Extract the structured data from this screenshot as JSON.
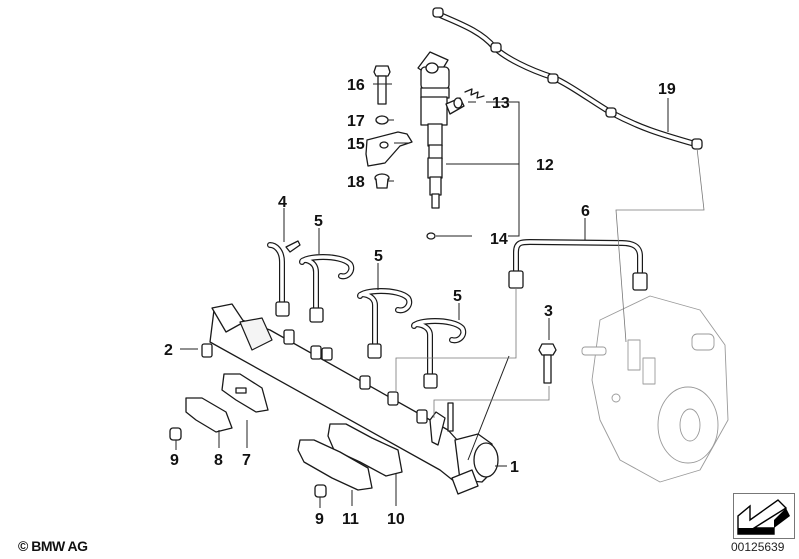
{
  "diagram": {
    "title": "High pressure accumulator / fuel line / injector",
    "callouts": [
      {
        "id": "1",
        "label": "1",
        "part": "high-pressure-rail"
      },
      {
        "id": "2",
        "label": "2",
        "part": "cap"
      },
      {
        "id": "3",
        "label": "3",
        "part": "hex-bolt"
      },
      {
        "id": "4",
        "label": "4",
        "part": "fuel-line-cylinder-1"
      },
      {
        "id": "5a",
        "label": "5",
        "part": "fuel-line"
      },
      {
        "id": "5b",
        "label": "5",
        "part": "fuel-line"
      },
      {
        "id": "5c",
        "label": "5",
        "part": "fuel-line"
      },
      {
        "id": "6",
        "label": "6",
        "part": "high-pressure-line-pump"
      },
      {
        "id": "7",
        "label": "7",
        "part": "line-holder"
      },
      {
        "id": "8",
        "label": "8",
        "part": "line-holder"
      },
      {
        "id": "9a",
        "label": "9",
        "part": "grommet"
      },
      {
        "id": "9b",
        "label": "9",
        "part": "grommet"
      },
      {
        "id": "10",
        "label": "10",
        "part": "line-holder"
      },
      {
        "id": "11",
        "label": "11",
        "part": "line-holder"
      },
      {
        "id": "12",
        "label": "12",
        "part": "injector"
      },
      {
        "id": "13",
        "label": "13",
        "part": "clip"
      },
      {
        "id": "14",
        "label": "14",
        "part": "seal-ring"
      },
      {
        "id": "15",
        "label": "15",
        "part": "clamping-claw"
      },
      {
        "id": "16",
        "label": "16",
        "part": "bolt"
      },
      {
        "id": "17",
        "label": "17",
        "part": "washer"
      },
      {
        "id": "18",
        "label": "18",
        "part": "bush"
      },
      {
        "id": "19",
        "label": "19",
        "part": "leak-oil-line"
      }
    ]
  },
  "footer": {
    "copyright": "© BMW AG",
    "reference_number": "00125639",
    "nav_icon": "arrow-down-left-icon"
  }
}
